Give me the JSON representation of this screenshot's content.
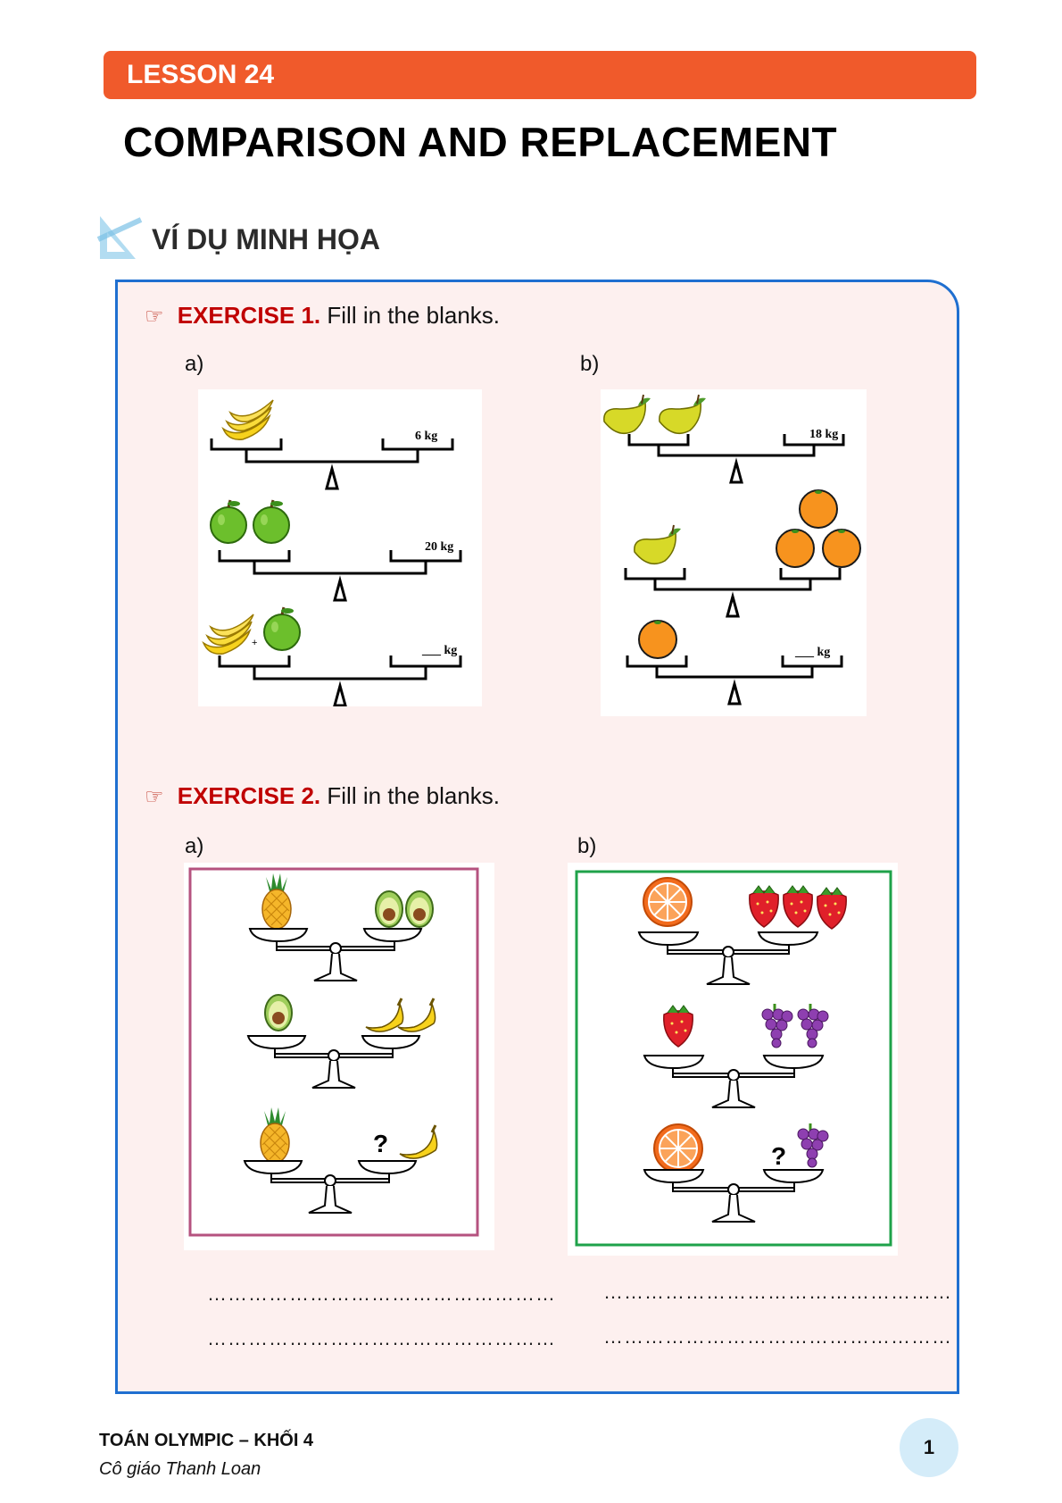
{
  "lesson": "LESSON 24",
  "title": "COMPARISON AND REPLACEMENT",
  "section_heading": "VÍ DỤ MINH HỌA",
  "exercise1": {
    "label": "EXERCISE 1.",
    "instruction": "Fill in the blanks.",
    "part_a": {
      "label": "a)",
      "row1_weight": "6 kg",
      "row2_weight": "20 kg",
      "row3_plus": "+",
      "row3_weight": "___ kg",
      "row1_items": [
        "banana-bunch"
      ],
      "row2_items": [
        "apple",
        "apple"
      ],
      "row3_items": [
        "banana-bunch",
        "apple"
      ]
    },
    "part_b": {
      "label": "b)",
      "row1_weight": "18 kg",
      "row3_weight": "___ kg",
      "row1_items": [
        "mango",
        "mango"
      ],
      "row2_left": [
        "mango"
      ],
      "row2_right": [
        "orange",
        "orange",
        "orange"
      ],
      "row3_items": [
        "orange"
      ]
    }
  },
  "exercise2": {
    "label": "EXERCISE 2.",
    "instruction": "Fill in the blanks.",
    "part_a": {
      "label": "a)",
      "border_color": "#b5527f",
      "q_mark": "?",
      "answer_line1": "……………………………………………",
      "answer_line2": "……………………………………………"
    },
    "part_b": {
      "label": "b)",
      "border_color": "#1fa24a",
      "q_mark": "?",
      "answer_line1": "……………………………………………",
      "answer_line2": "……………………………………………"
    }
  },
  "footer": {
    "course": "TOÁN OLYMPIC – KHỐI 4",
    "author": "Cô giáo Thanh Loan",
    "page": "1"
  },
  "colors": {
    "banner": "#f05a2b",
    "panel_bg": "#fdf0ef",
    "panel_border": "#1f6fd0",
    "exercise_label": "#c00000"
  }
}
